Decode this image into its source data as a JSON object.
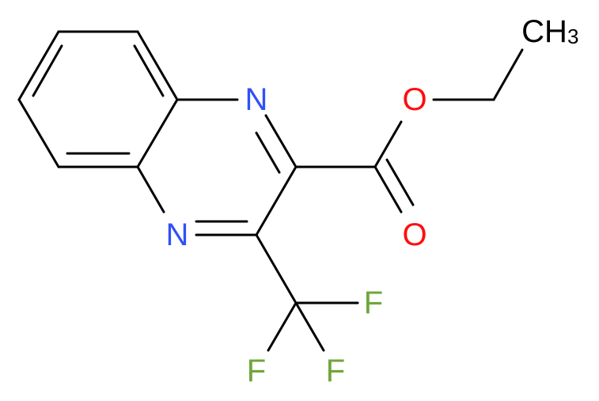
{
  "molecule": {
    "atoms": {
      "n1": {
        "text": "N",
        "color": "#3050F8"
      },
      "n4": {
        "text": "N",
        "color": "#3050F8"
      },
      "o_ether": {
        "text": "O",
        "color": "#FF0D0D"
      },
      "o_carbonyl": {
        "text": "O",
        "color": "#FF0D0D"
      },
      "f_right": {
        "text": "F",
        "color": "#6FA63A"
      },
      "f_left": {
        "text": "F",
        "color": "#6FA63A"
      },
      "f_bottom": {
        "text": "F",
        "color": "#6FA63A"
      },
      "ch3": {
        "text": "CH",
        "subscript": "3",
        "color": "#000000"
      }
    },
    "bond_color": "#000000"
  }
}
